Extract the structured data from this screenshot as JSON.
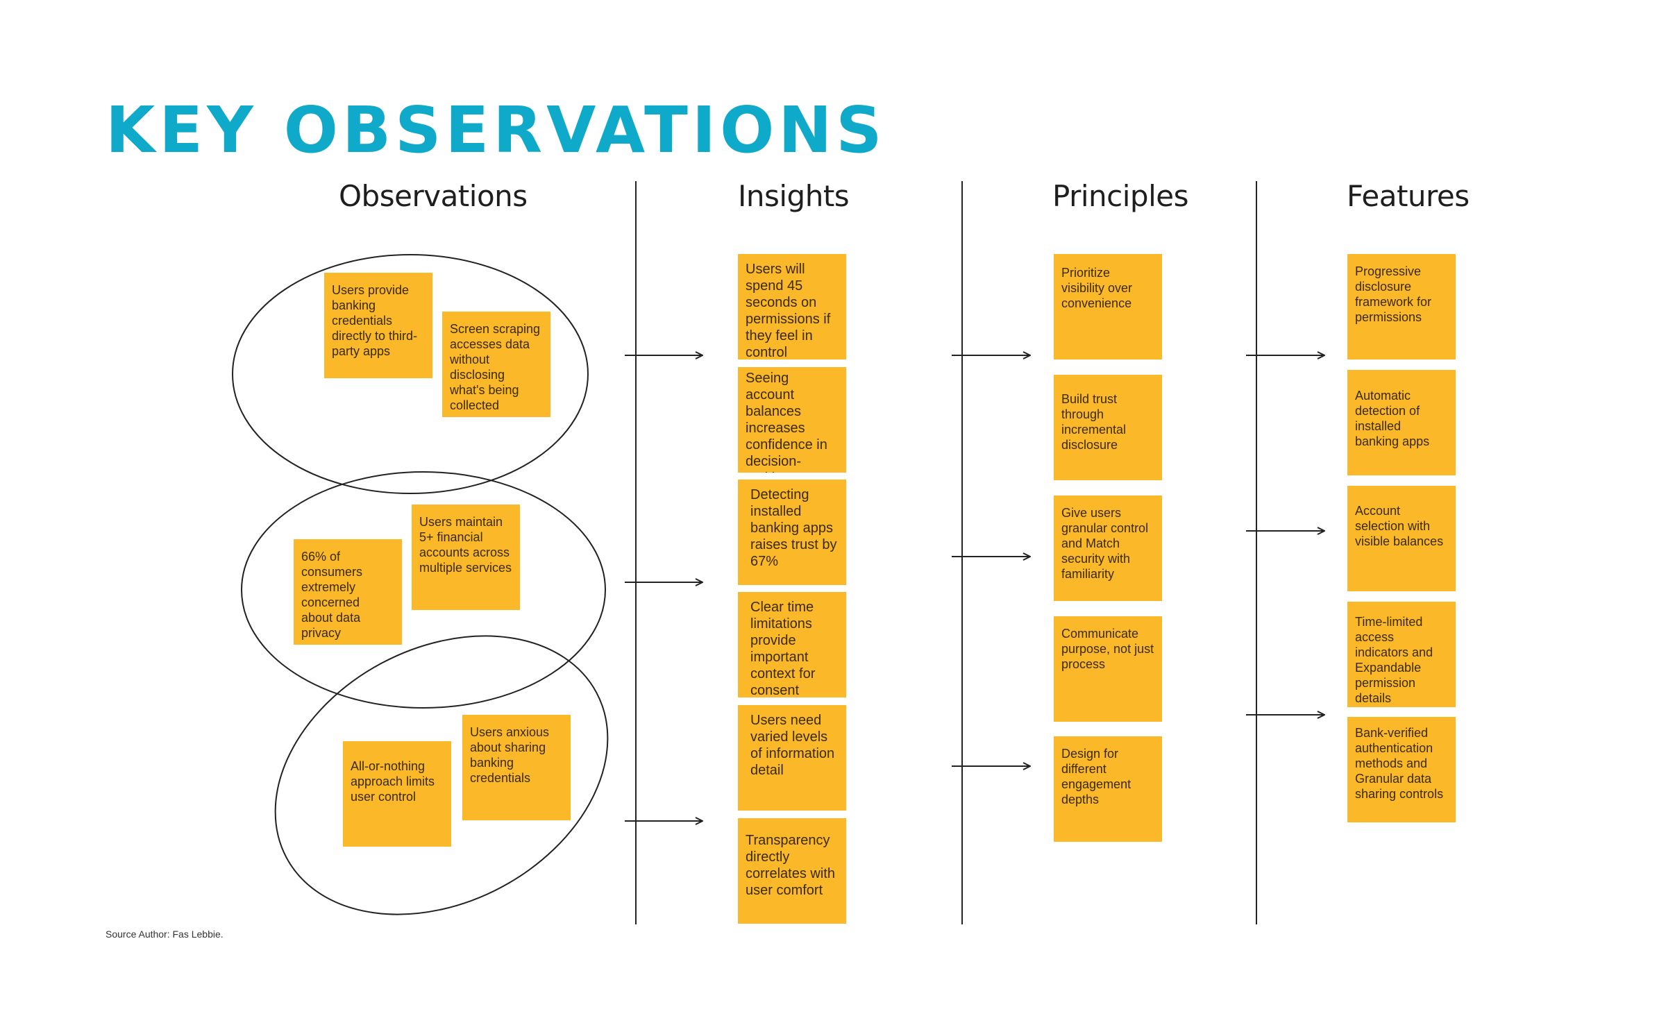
{
  "title": "KEY OBSERVATIONS",
  "colors": {
    "title": "#0fa9c9",
    "note": "#fbb829",
    "line": "#222222",
    "background": "#ffffff"
  },
  "columns": [
    {
      "heading": "Observations"
    },
    {
      "heading": "Insights"
    },
    {
      "heading": "Principles"
    },
    {
      "heading": "Features"
    }
  ],
  "observations": {
    "clusters": [
      {
        "notes": [
          "Users provide banking credentials directly to third-party apps",
          "Screen scraping accesses data without disclosing what's being collected"
        ]
      },
      {
        "notes": [
          "Users maintain 5+ financial accounts across multiple services",
          "66% of consumers extremely concerned about data privacy"
        ]
      },
      {
        "notes": [
          "Users anxious about sharing banking credentials",
          "All-or-nothing approach limits user control"
        ]
      }
    ]
  },
  "insights": [
    "Users will spend 45 seconds on permissions if they feel in control",
    "Seeing account balances increases confidence in decision-making",
    "Detecting installed banking apps raises trust by 67%",
    "Clear time limitations provide important context for consent",
    "Users need varied levels of information detail",
    "Transparency directly correlates with user comfort"
  ],
  "principles": [
    "Prioritize visibility over convenience",
    "Build trust through incremental disclosure",
    "Give users granular control and Match security with familiarity",
    "Communicate purpose, not just process",
    "Design for different engagement depths"
  ],
  "features": [
    "Progressive disclosure framework for permissions",
    "Automatic detection of installed banking apps",
    "Account selection with visible balances",
    "Time-limited access indicators and Expandable permission details",
    "Bank-verified authentication methods and Granular data sharing controls"
  ],
  "source": "Source Author: Fas Lebbie."
}
